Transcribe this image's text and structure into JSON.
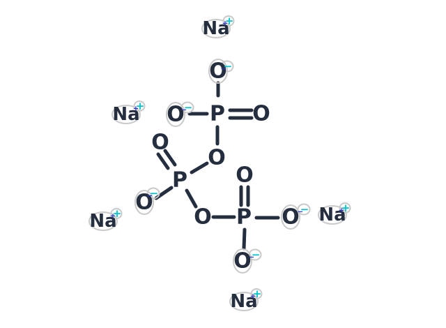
{
  "colors": {
    "background": "#ffffff",
    "structure": "#242e3e",
    "charge": "#00c2d1",
    "charge_shadow": "#2a36c8",
    "highlight": "#c9c9c9"
  },
  "molecule": {
    "description": "Chemical structure drawing of pentasodium triphosphate: three phosphate groups linked by bridging oxygens, five Na+ counter-ions, five O- charged oxygens",
    "ions": [
      {
        "label": "Na",
        "charge": "+"
      },
      {
        "label": "Na",
        "charge": "+"
      },
      {
        "label": "Na",
        "charge": "+"
      },
      {
        "label": "Na",
        "charge": "+"
      },
      {
        "label": "Na",
        "charge": "+"
      }
    ],
    "atoms": [
      {
        "label": "O",
        "charge": "−"
      },
      {
        "label": "O",
        "charge": "−"
      },
      {
        "label": "P"
      },
      {
        "label": "O"
      },
      {
        "label": "O"
      },
      {
        "label": "O"
      },
      {
        "label": "P"
      },
      {
        "label": "O",
        "charge": "−"
      },
      {
        "label": "O"
      },
      {
        "label": "O"
      },
      {
        "label": "P"
      },
      {
        "label": "O",
        "charge": "−"
      },
      {
        "label": "O",
        "charge": "−"
      }
    ]
  }
}
